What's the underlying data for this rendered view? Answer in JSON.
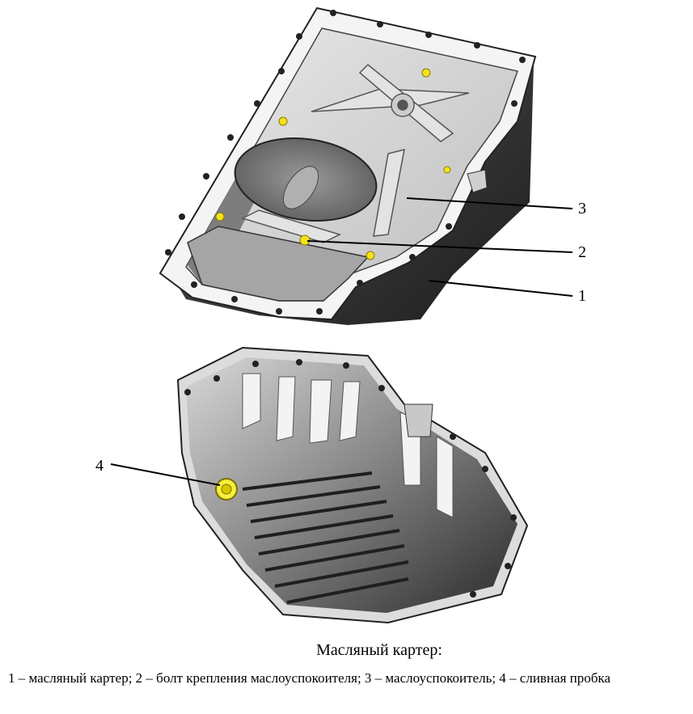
{
  "figure": {
    "callouts": [
      {
        "id": "1",
        "label": "1"
      },
      {
        "id": "2",
        "label": "2"
      },
      {
        "id": "3",
        "label": "3"
      },
      {
        "id": "4",
        "label": "4"
      }
    ]
  },
  "caption": {
    "title": "Масляный картер:",
    "legend": "1 – масляный картер; 2 – болт крепления маслоуспокоителя; 3 – маслоуспокоитель; 4 – сливная пробка"
  },
  "colors": {
    "pan_dark": "#2e2e2e",
    "pan_mid": "#8a8a8a",
    "flange": "#f2f2f2",
    "bolt_yellow": "#f3e21a"
  }
}
